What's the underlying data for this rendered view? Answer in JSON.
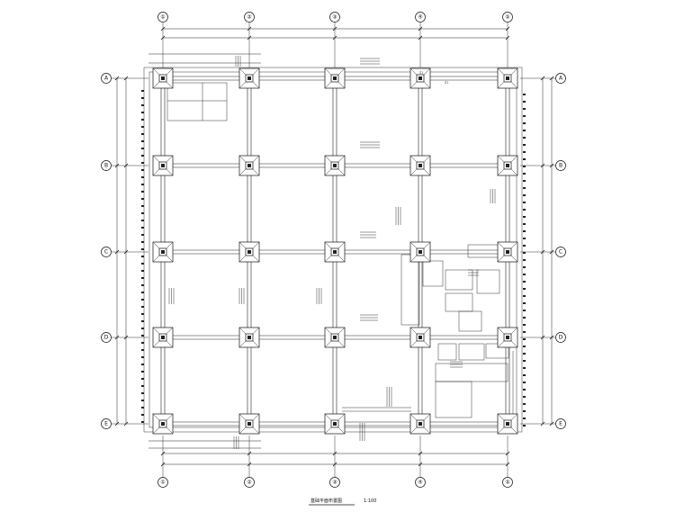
{
  "drawing": {
    "title": "基础平面布置图",
    "scale": "1:100"
  },
  "grid": {
    "columns": [
      "①",
      "②",
      "③",
      "④",
      "⑤"
    ],
    "rows": [
      "A",
      "B",
      "C",
      "D",
      "E"
    ]
  },
  "annotations": {
    "beam_label_top": "Z1",
    "beam_label_top2": "Z1"
  }
}
